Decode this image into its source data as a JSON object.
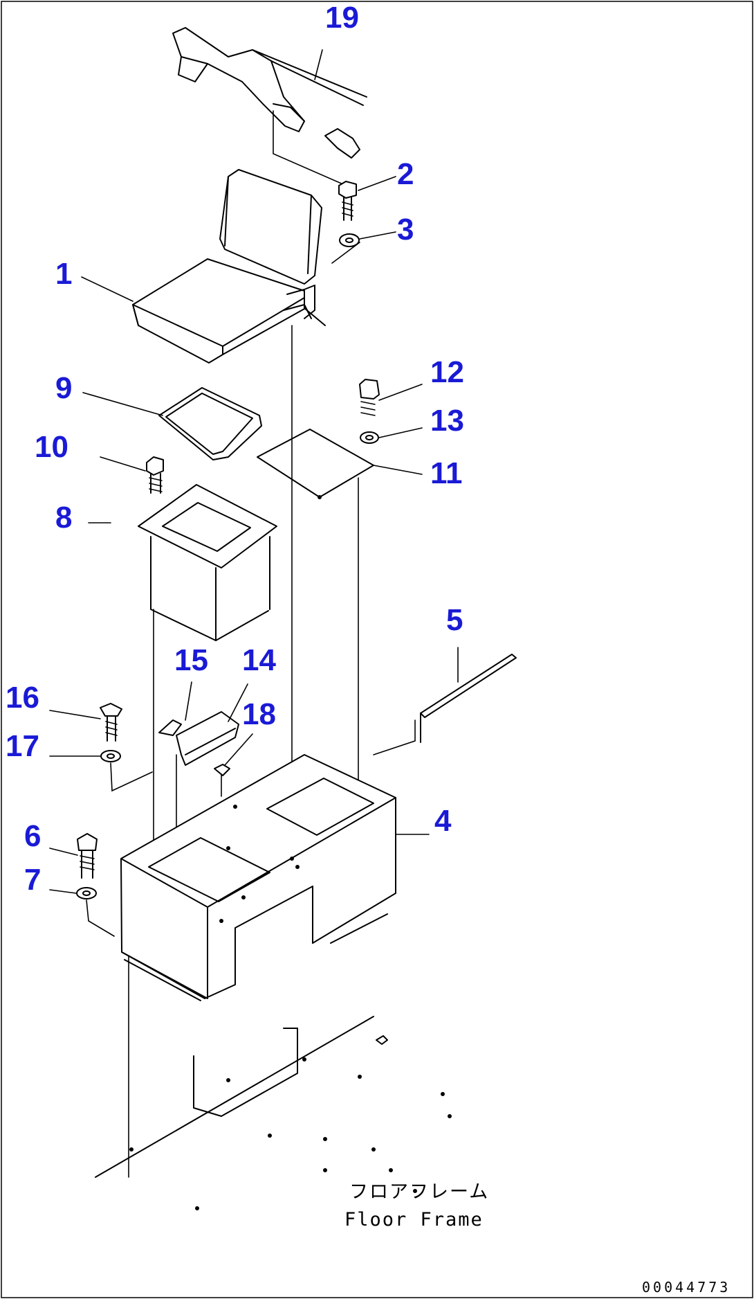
{
  "callouts": {
    "c1": "1",
    "c2": "2",
    "c3": "3",
    "c4": "4",
    "c5": "5",
    "c6": "6",
    "c7": "7",
    "c8": "8",
    "c9": "9",
    "c10": "10",
    "c11": "11",
    "c12": "12",
    "c13": "13",
    "c14": "14",
    "c15": "15",
    "c16": "16",
    "c17": "17",
    "c18": "18",
    "c19": "19"
  },
  "caption": {
    "japanese": "フロアフレーム",
    "english": "Floor Frame"
  },
  "document_id": "00044773"
}
